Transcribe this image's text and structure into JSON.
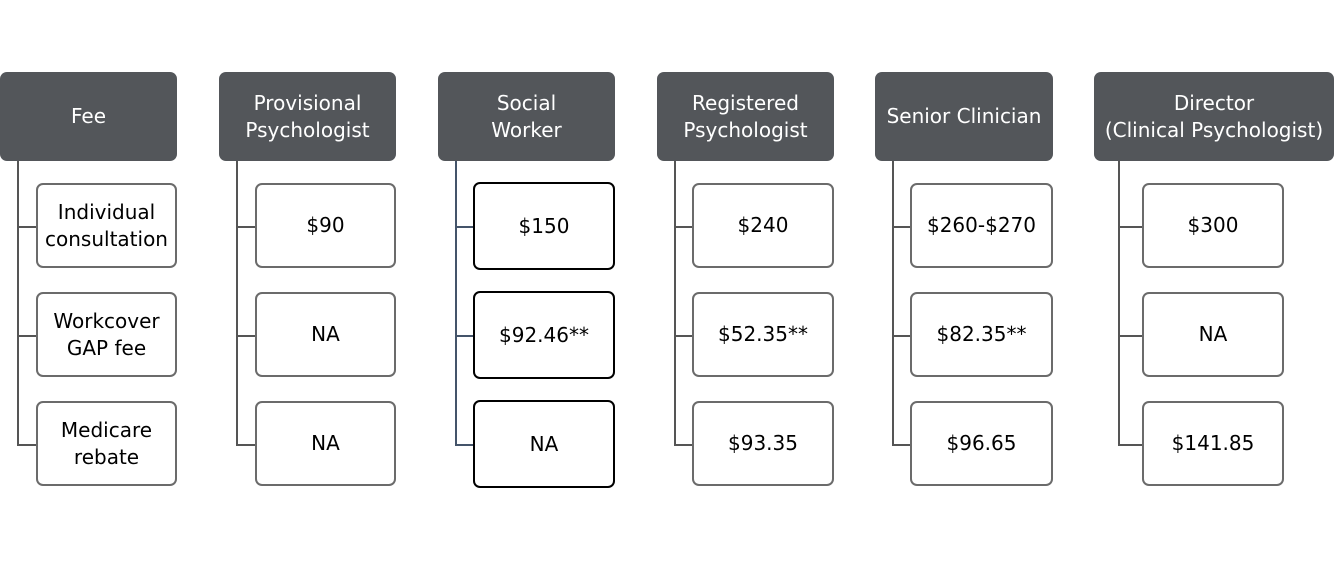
{
  "columns": [
    {
      "header": "Fee",
      "cells": [
        "Individual\nconsultation",
        "Workcover\nGAP fee",
        "Medicare\nrebate"
      ]
    },
    {
      "header": "Provisional\nPsychologist",
      "cells": [
        "$90",
        "NA",
        "NA"
      ]
    },
    {
      "header": "Social\nWorker",
      "cells": [
        "$150",
        "$92.46**",
        "NA"
      ]
    },
    {
      "header": "Registered\nPsychologist",
      "cells": [
        "$240",
        "$52.35**",
        "$93.35"
      ]
    },
    {
      "header": "Senior Clinician",
      "cells": [
        "$260-$270",
        "$82.35**",
        "$96.65"
      ]
    },
    {
      "header": "Director\n(Clinical Psychologist)",
      "cells": [
        "$300",
        "NA",
        "$141.85"
      ]
    }
  ],
  "colors": {
    "header_bg": "#53565a",
    "header_text": "#ffffff",
    "connector": "#555555",
    "social_worker_connector": "#44546a"
  }
}
